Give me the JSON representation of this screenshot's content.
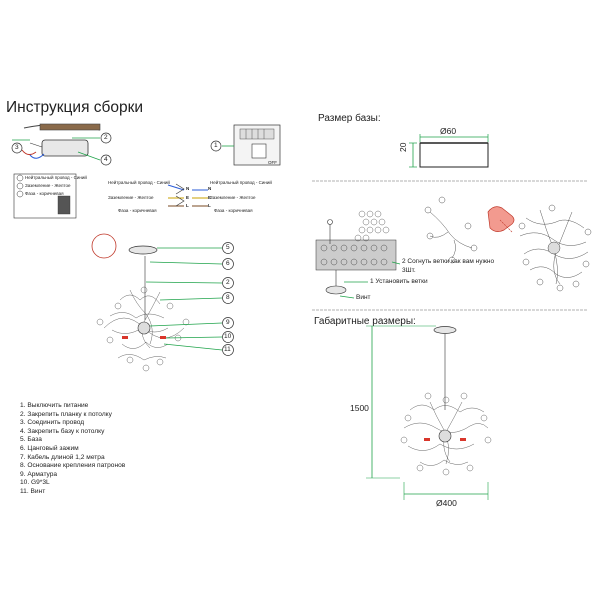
{
  "left": {
    "title": "Инструкция сборки",
    "wiring_left": [
      "Нейтральный провод - Синий",
      "Заземление - Желтое",
      "Фаза - коричневая"
    ],
    "wiring_mid": {
      "neutral": "Нейтральный провод - Синий",
      "ground": "Заземление - Желтое",
      "phase": "Фаза - коричневая"
    },
    "wiring_right": {
      "neutral": "Нейтральный провод - Синий",
      "ground": "Заземление - Желтое",
      "phase": "Фаза - коричневая"
    },
    "terminals": [
      "N",
      "E",
      "L"
    ],
    "switch_label": "OFF",
    "callouts": [
      "1",
      "2",
      "3",
      "4",
      "5",
      "6",
      "2",
      "8",
      "9",
      "10",
      "11"
    ],
    "steps": [
      "1. Выключить питание",
      "2. Закрепить планку к потолку",
      "3. Соединить провод",
      "4. Закрепить базу к потолку",
      "5. База",
      "6. Цанговый зажим",
      "7. Кабель длиной 1,2 метра",
      "8. Основание крепления патронов",
      "9. Арматура",
      "10. G9*3L",
      "11. Винт"
    ]
  },
  "right": {
    "base_title": "Размер базы:",
    "base_diameter": "Ø60",
    "base_height": "20",
    "assembly_step2": "2 Согнуть ветки как вам нужно",
    "assembly_qty": "3Шт.",
    "assembly_step1": "1 Установить ветки",
    "screw": "Винт",
    "dims_title": "Габаритные размеры:",
    "height": "1500",
    "diameter": "Ø400"
  },
  "colors": {
    "accent_green": "#1fa34a",
    "line": "#333333",
    "red_mark": "#d9362b"
  }
}
